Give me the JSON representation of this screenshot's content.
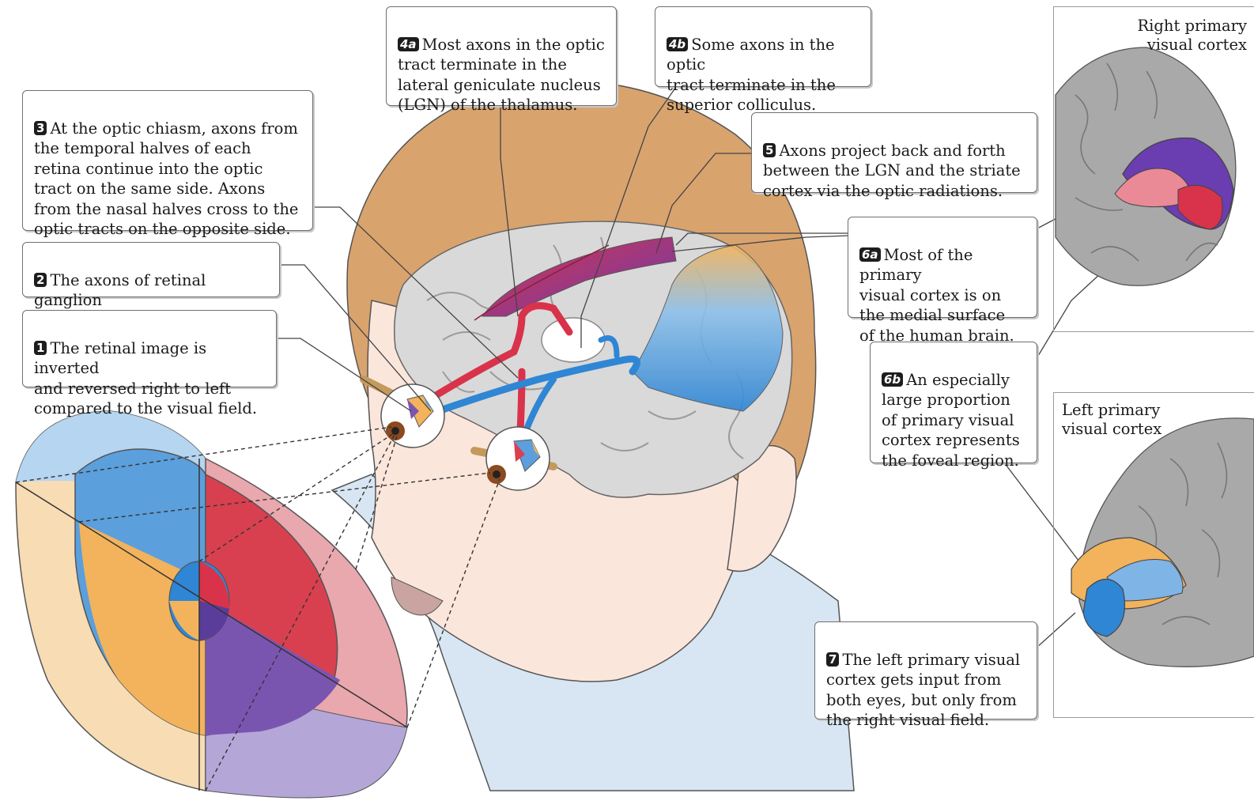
{
  "callouts": {
    "c1": {
      "num": "1",
      "text": "The retinal image is inverted\nand reversed right to left\ncompared to the visual field."
    },
    "c2": {
      "num": "2",
      "text": "The axons of retinal ganglion\ncells form the optic nerves."
    },
    "c3": {
      "num": "3",
      "text": "At the optic chiasm, axons from\nthe temporal halves of each\nretina continue into the optic\ntract on the same side. Axons\nfrom the nasal halves cross to the\noptic tracts on the opposite side."
    },
    "c4a": {
      "num": "4a",
      "text": "Most axons in the optic\ntract terminate in the\nlateral geniculate nucleus\n(LGN) of the thalamus."
    },
    "c4b": {
      "num": "4b",
      "text": "Some axons in the optic\ntract terminate in the\nsuperior colliculus."
    },
    "c5": {
      "num": "5",
      "text": "Axons project back and forth\nbetween the LGN and the striate\ncortex via the optic radiations."
    },
    "c6a": {
      "num": "6a",
      "text": "Most of the primary\nvisual cortex is on\nthe medial surface\nof the human brain."
    },
    "c6b": {
      "num": "6b",
      "text": "An especially\nlarge proportion\nof primary visual\ncortex represents\nthe foveal region."
    },
    "c7": {
      "num": "7",
      "text": "The left primary visual\ncortex gets input from\nboth eyes, but only from\nthe right visual field."
    }
  },
  "panels": {
    "right": {
      "title": "Right primary\nvisual cortex"
    },
    "left": {
      "title": "Left primary\nvisual cortex"
    }
  },
  "colors": {
    "skin": "#fbe6dc",
    "hair": "#d9a36e",
    "brain": "#d9d9d9",
    "brain_dark": "#9b9b9b",
    "field_blue": "#5b9fdc",
    "field_orange": "#f2b35c",
    "field_red": "#d9404f",
    "field_purple": "#7a55b0",
    "optic_red": "#d8334a",
    "optic_blue": "#2f86d4",
    "panel_bg": "#dcecf8"
  }
}
